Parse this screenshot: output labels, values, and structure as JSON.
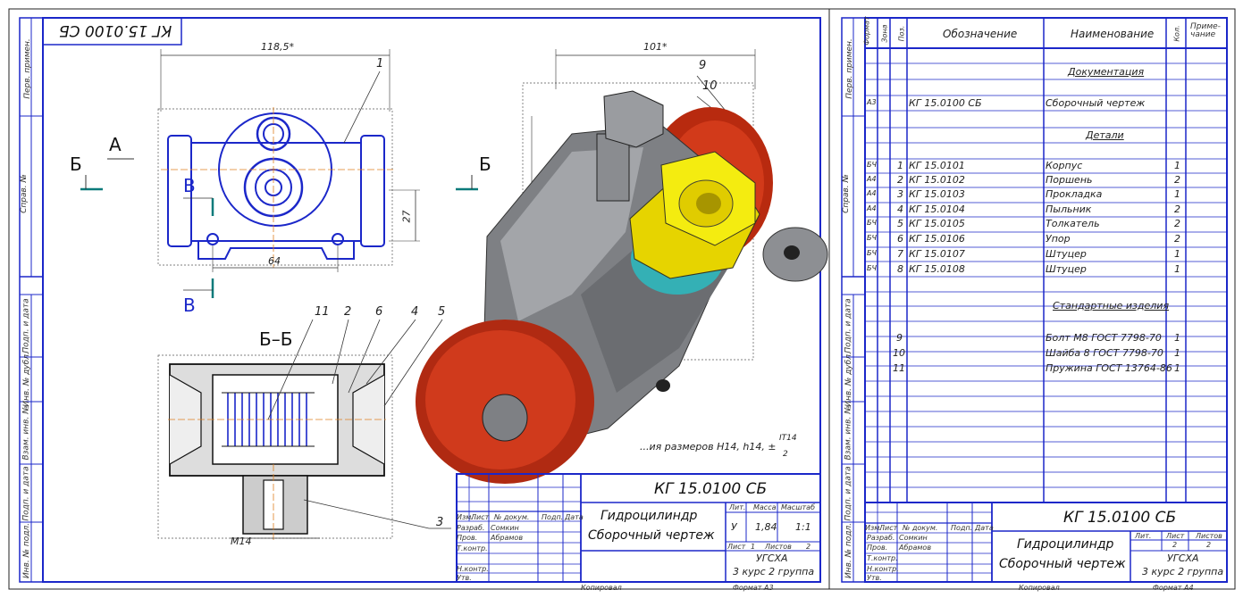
{
  "sheet1": {
    "mirrored_code": "КГ 15.0100 СБ",
    "side_labels": [
      "Перв. примен.",
      "Справ. №",
      "Подп. и дата",
      "Инв. № дубл.",
      "Взам. инв. №",
      "Подп. и дата",
      "Инв. № подл."
    ],
    "dims": {
      "width_top": "118,5*",
      "width_right": "101*",
      "hole_dist": "64",
      "height_small": "27",
      "thread": "M14"
    },
    "view_labels": {
      "A": "A",
      "B1": "Б",
      "B2": "Б",
      "V1": "В",
      "V2": "В",
      "section": "Б–Б"
    },
    "callouts": [
      "1",
      "11",
      "2",
      "6",
      "4",
      "5",
      "3",
      "9",
      "10"
    ],
    "note": "...ия размеров Н14, h14, ±",
    "note_fraction": {
      "num": "IT14",
      "den": "2"
    },
    "title_block": {
      "code": "КГ 15.0100 СБ",
      "name_line1": "Гидроцилиндр",
      "name_line2": "Сборочный чертеж",
      "lit_header": "Лит.",
      "mass_header": "Масса",
      "scale_header": "Масштаб",
      "lit_value": "У",
      "mass_value": "1,84",
      "scale_value": "1:1",
      "sheet_label": "Лист",
      "sheet_value": "1",
      "sheets_label": "Листов",
      "sheets_value": "2",
      "org_line1": "УГСХА",
      "org_line2": "3 курс 2 группа",
      "row_labels": [
        "Изм.",
        "Лист",
        "№ докум.",
        "Подп.",
        "Дата"
      ],
      "roles": [
        "Разраб.",
        "Пров.",
        "Т.контр.",
        "Н.контр.",
        "Утв."
      ],
      "names": [
        "Сомкин",
        "Абрамов"
      ],
      "footer_left": "Копировал",
      "footer_right": "Формат А3"
    }
  },
  "sheet2": {
    "headers": {
      "format": "Формат",
      "zone": "Зона",
      "pos": "Поз.",
      "designation": "Обозначение",
      "name": "Наименование",
      "qty": "Кол.",
      "note": "Приме-чание"
    },
    "sections": {
      "docs": "Документация",
      "parts": "Детали",
      "std": "Стандартные изделия"
    },
    "doc_rows": [
      {
        "format": "А3",
        "pos": "",
        "code": "КГ 15.0100 СБ",
        "name": "Сборочный чертеж",
        "qty": ""
      }
    ],
    "part_rows": [
      {
        "format": "БЧ",
        "pos": "1",
        "code": "КГ 15.0101",
        "name": "Корпус",
        "qty": "1"
      },
      {
        "format": "А4",
        "pos": "2",
        "code": "КГ 15.0102",
        "name": "Поршень",
        "qty": "2"
      },
      {
        "format": "А4",
        "pos": "3",
        "code": "КГ 15.0103",
        "name": "Прокладка",
        "qty": "1"
      },
      {
        "format": "А4",
        "pos": "4",
        "code": "КГ 15.0104",
        "name": "Пыльник",
        "qty": "2"
      },
      {
        "format": "БЧ",
        "pos": "5",
        "code": "КГ 15.0105",
        "name": "Толкатель",
        "qty": "2"
      },
      {
        "format": "БЧ",
        "pos": "6",
        "code": "КГ 15.0106",
        "name": "Упор",
        "qty": "2"
      },
      {
        "format": "БЧ",
        "pos": "7",
        "code": "КГ 15.0107",
        "name": "Штуцер",
        "qty": "1"
      },
      {
        "format": "БЧ",
        "pos": "8",
        "code": "КГ 15.0108",
        "name": "Штуцер",
        "qty": "1"
      }
    ],
    "std_rows": [
      {
        "pos": "9",
        "name": "Болт М8 ГОСТ 7798-70",
        "qty": "1"
      },
      {
        "pos": "10",
        "name": "Шайба 8 ГОСТ 7798-70",
        "qty": "1"
      },
      {
        "pos": "11",
        "name": "Пружина ГОСТ 13764-86",
        "qty": "1"
      }
    ],
    "side_labels": [
      "Перв. примен.",
      "Справ. №",
      "Подп. и дата",
      "Инв. № дубл.",
      "Взам. инв. №",
      "Подп. и дата",
      "Инв. № подл."
    ],
    "title_block": {
      "code": "КГ 15.0100 СБ",
      "name_line1": "Гидроцилиндр",
      "name_line2": "Сборочный чертеж",
      "lit_header": "Лит.",
      "sheet_header": "Лист",
      "sheets_header": "Листов",
      "sheet_value": "2",
      "sheets_value": "2",
      "org_line1": "УГСХА",
      "org_line2": "3 курс 2 группа",
      "row_labels": [
        "Изм.",
        "Лист",
        "№ докум.",
        "Подп.",
        "Дата"
      ],
      "roles": [
        "Разраб.",
        "Пров.",
        "Т.контр.",
        "Н.контр.",
        "Утв."
      ],
      "names": [
        "Сомкин",
        "Абрамов"
      ],
      "footer_left": "Копировал",
      "footer_right": "Формат А4"
    }
  }
}
